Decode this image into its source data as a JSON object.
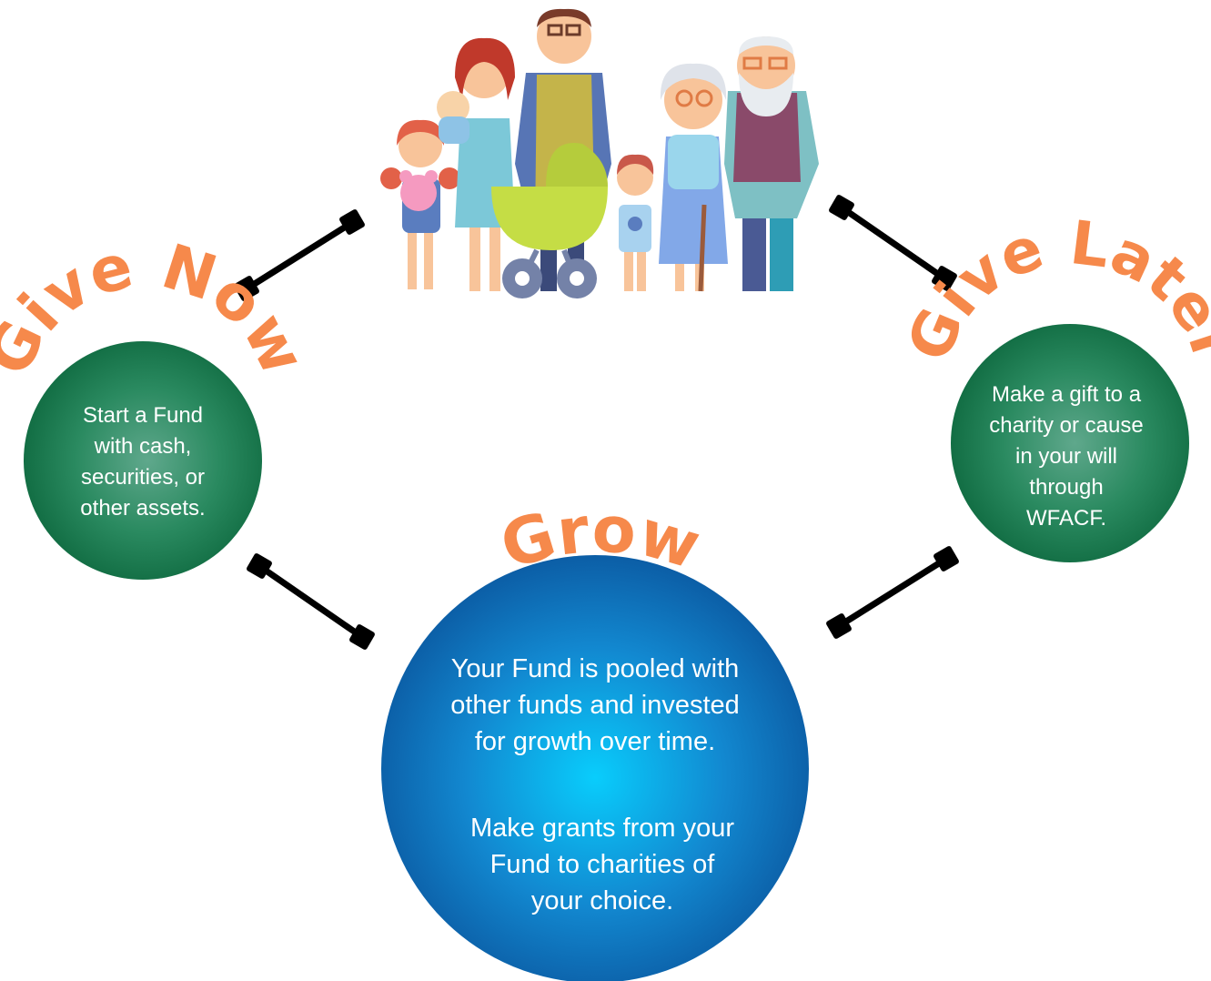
{
  "family_illustration": {
    "label": "family-illustration"
  },
  "give_now": {
    "title": "Give Now",
    "text": [
      "Start a Fund",
      "with cash,",
      "securities, or",
      "other assets."
    ]
  },
  "give_later": {
    "title": "Give Later",
    "text": [
      "Make a gift to a",
      "charity or cause",
      "in your will",
      "through",
      "WFACF."
    ]
  },
  "grow": {
    "title": "Grow",
    "text_1": [
      "Your Fund is pooled with",
      "other funds and invested",
      "for growth over time."
    ],
    "text_2": [
      "Make grants from your",
      "Fund to charities of",
      "your choice."
    ]
  },
  "colors": {
    "title_orange": "#f6894b",
    "green_circle": "#1a7e52",
    "blue_circle": "#1277c0",
    "connector": "#000000"
  }
}
